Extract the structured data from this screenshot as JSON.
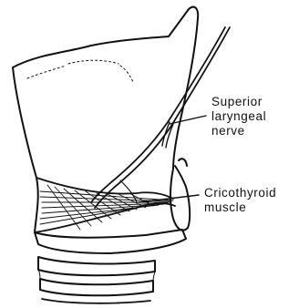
{
  "labels": {
    "superior_laryngeal_nerve": [
      "Superior",
      "laryngeal",
      "nerve"
    ],
    "cricothyroid_muscle": [
      "Cricothyroid",
      "muscle"
    ]
  },
  "colors": {
    "ink": "#111111",
    "paper": "#ffffff"
  }
}
